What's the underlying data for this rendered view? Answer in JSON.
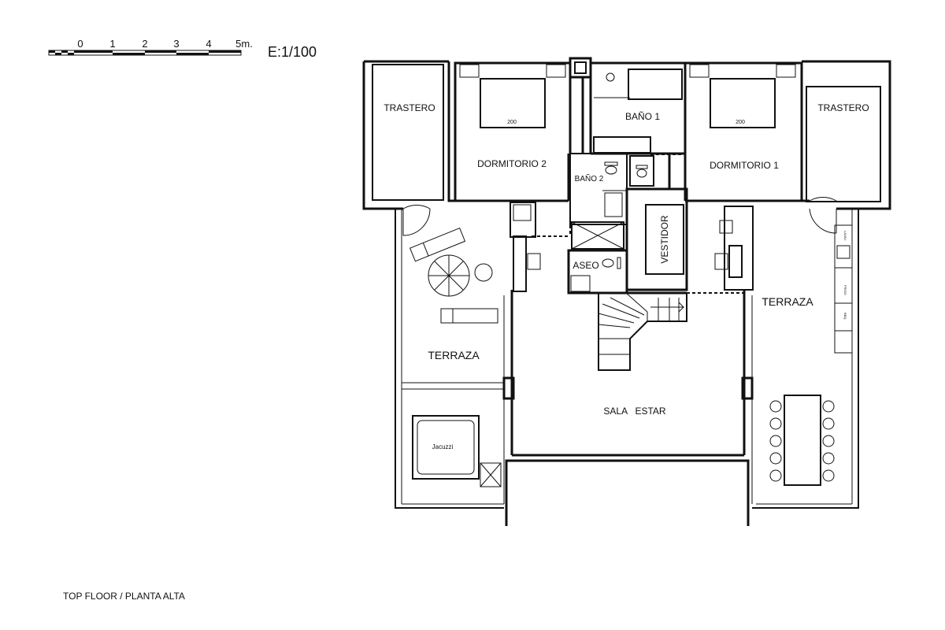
{
  "scale": {
    "ticks": [
      "0",
      "1",
      "2",
      "3",
      "4",
      "5m."
    ],
    "ratio": "E:1/100"
  },
  "caption": "TOP FLOOR / PLANTA ALTA",
  "rooms": {
    "trastero_left": "TRASTERO",
    "trastero_right": "TRASTERO",
    "dormitorio2": "DORMITORIO  2",
    "dormitorio1": "DORMITORIO  1",
    "bano1": "BAÑO  1",
    "bano2": "BAÑO  2",
    "aseo": "ASEO",
    "vestidor": "VESTIDOR",
    "terraza_left": "TERRAZA",
    "terraza_right": "TERRAZA",
    "sala_estar": "SALA   ESTAR",
    "jacuzzi": "Jacuzzi"
  },
  "fixtures": {
    "bed_left_size": "200",
    "bed_right_size": "200",
    "appliance1": "LAVAV.",
    "appliance2": "FRIGO",
    "appliance3": "BBQ"
  }
}
